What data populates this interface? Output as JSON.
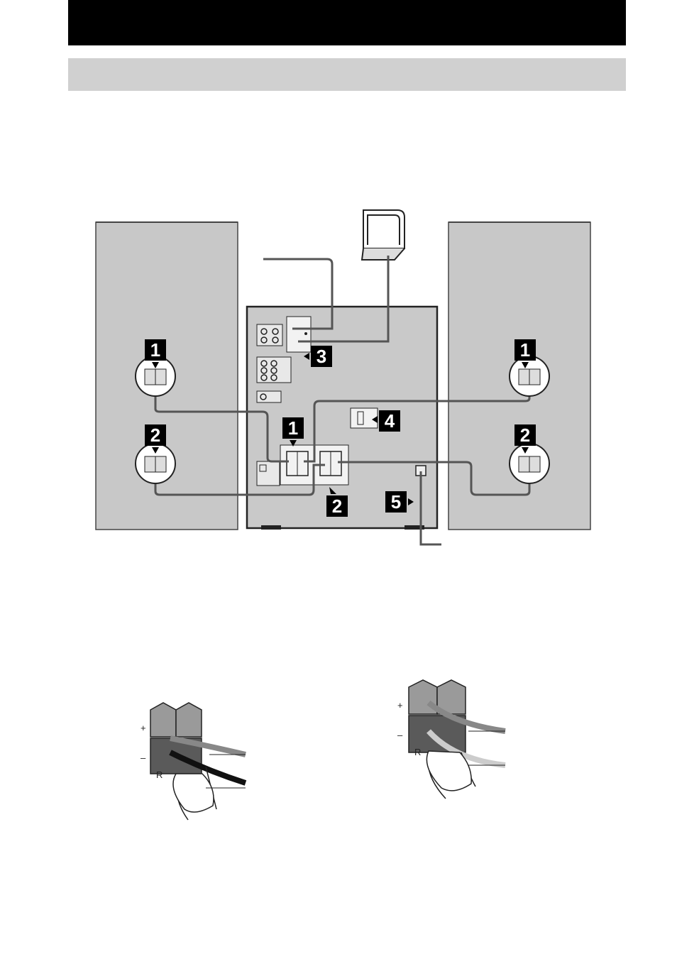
{
  "callouts": {
    "front_left_1": "1",
    "front_left_2": "2",
    "unit_1": "1",
    "unit_2": "2",
    "unit_3": "3",
    "unit_4": "4",
    "unit_5": "5",
    "front_right_1": "1",
    "front_right_2": "2"
  },
  "terminals": {
    "left_plus": "+",
    "left_minus": "–",
    "left_side": "R",
    "right_plus": "+",
    "right_minus": "–",
    "right_side": "R"
  },
  "colors": {
    "header": "#000000",
    "subheader": "#d0d0d0",
    "panel": "#c8c8c8",
    "callout_bg": "#000000",
    "callout_text": "#ffffff"
  }
}
